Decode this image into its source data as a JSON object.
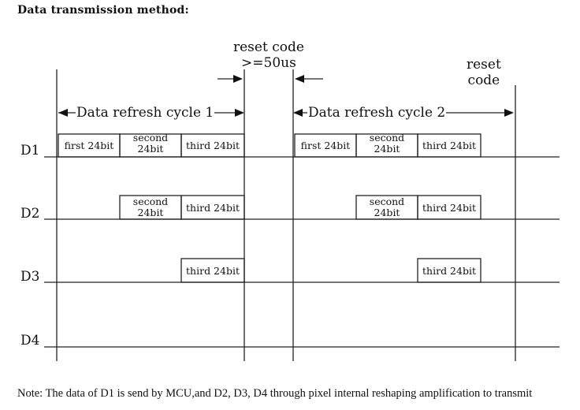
{
  "title": "Data transmission method:",
  "reset_code_mid": {
    "line1": "reset code",
    "line2": ">=50us"
  },
  "reset_code_right": {
    "line1": "reset",
    "line2": "code"
  },
  "cycles": [
    {
      "label": "Data refresh cycle 1"
    },
    {
      "label": "Data refresh cycle 2"
    }
  ],
  "rows": [
    {
      "label": "D1"
    },
    {
      "label": "D2"
    },
    {
      "label": "D3"
    },
    {
      "label": "D4"
    }
  ],
  "boxes": {
    "first": "first 24bit",
    "second_l1": "second",
    "second_l2": "24bit",
    "third": "third 24bit"
  },
  "note": "Note: The data of D1 is send by MCU,and D2, D3, D4 through pixel internal reshaping amplification to transmit"
}
